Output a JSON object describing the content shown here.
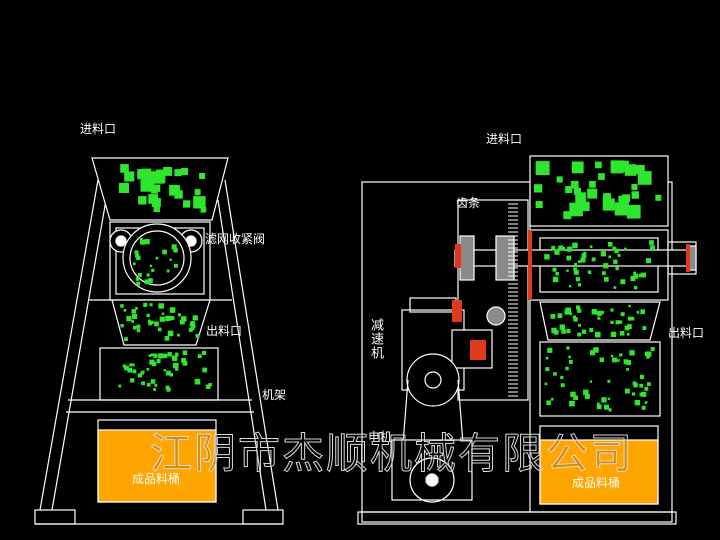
{
  "labels": {
    "left_inlet": "进料口",
    "filter_valve": "滤网收紧阀",
    "left_outlet": "出料口",
    "frame": "机架",
    "left_bin": "成品料桶",
    "right_inlet": "进料口",
    "rack": "齿条",
    "reducer": "减速机",
    "right_outlet": "出料口",
    "right_bin": "成品料桶",
    "motor": "电机"
  },
  "watermark": "江阴市杰顺机械有限公司",
  "colors": {
    "background": "#000000",
    "line": "#ffffff",
    "granule": "#2ee62e",
    "bin_fill": "#ffa500",
    "accent_red": "#e03a1e",
    "equipment_grey": "#8a8a8a"
  }
}
